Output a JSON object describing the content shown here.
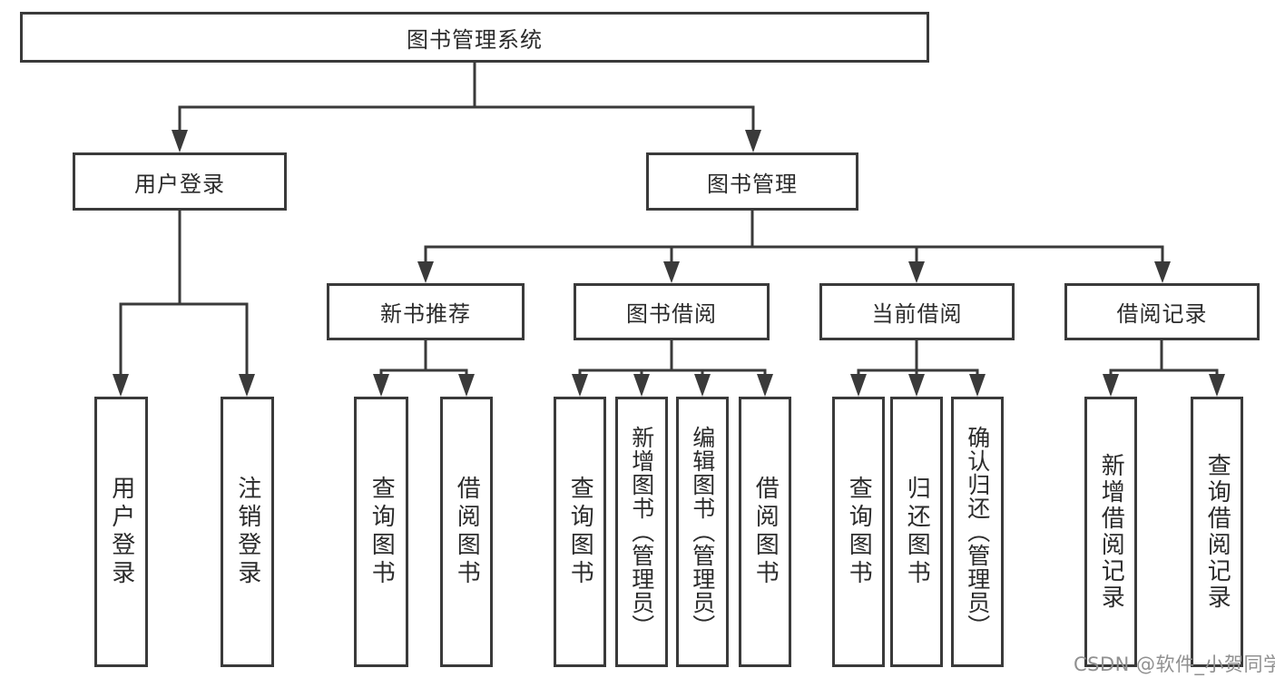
{
  "tree": {
    "root": {
      "label": "图书管理系统"
    },
    "branches": [
      {
        "label": "用户登录",
        "children": [
          {
            "label": "用户登录"
          },
          {
            "label": "注销登录"
          }
        ]
      },
      {
        "label": "图书管理",
        "children": [
          {
            "label": "新书推荐",
            "children": [
              {
                "label": "查询图书"
              },
              {
                "label": "借阅图书"
              }
            ]
          },
          {
            "label": "图书借阅",
            "children": [
              {
                "label": "查询图书"
              },
              {
                "label": "新增图书（管理员）"
              },
              {
                "label": "编辑图书（管理员）"
              },
              {
                "label": "借阅图书"
              }
            ]
          },
          {
            "label": "当前借阅",
            "children": [
              {
                "label": "查询图书"
              },
              {
                "label": "归还图书"
              },
              {
                "label": "确认归还（管理员）"
              }
            ]
          },
          {
            "label": "借阅记录",
            "children": [
              {
                "label": "新增借阅记录"
              },
              {
                "label": "查询借阅记录"
              }
            ]
          }
        ]
      }
    ]
  },
  "watermark": {
    "text": "CSDN @软件_小贺同学",
    "color": "#909090"
  },
  "colors": {
    "line": "#3a3a3a",
    "box_border": "#3a3a3a",
    "text": "#2b2b2b",
    "background": "#ffffff"
  }
}
